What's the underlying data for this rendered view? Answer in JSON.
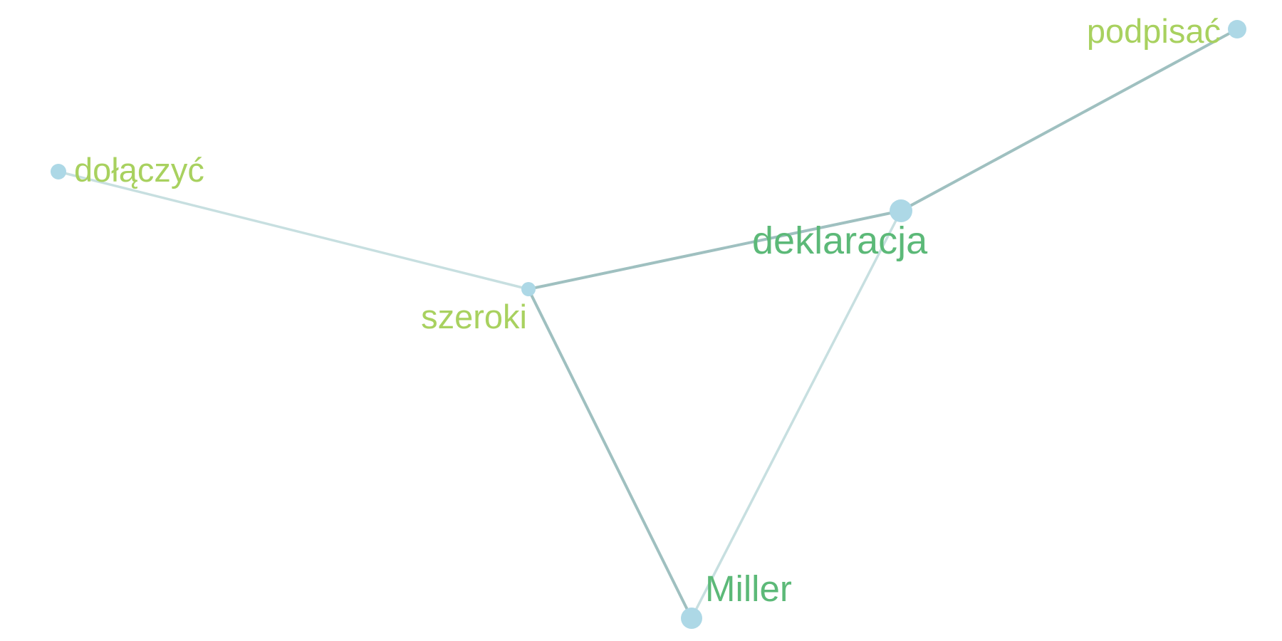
{
  "graph": {
    "nodes": [
      {
        "id": "dolaczyc",
        "label": "dołączyć",
        "size": "small",
        "label_color": "#a8d15f"
      },
      {
        "id": "szeroki",
        "label": "szeroki",
        "size": "small",
        "label_color": "#a8d15f"
      },
      {
        "id": "deklaracja",
        "label": "deklaracja",
        "size": "large",
        "label_color": "#5cb978"
      },
      {
        "id": "podpisac",
        "label": "podpisać",
        "size": "small",
        "label_color": "#a8d15f"
      },
      {
        "id": "miller",
        "label": "Miller",
        "size": "medium",
        "label_color": "#5cb978"
      }
    ],
    "edges": [
      {
        "source": "dolaczyc",
        "target": "szeroki",
        "strength": "weak"
      },
      {
        "source": "szeroki",
        "target": "deklaracja",
        "strength": "strong"
      },
      {
        "source": "deklaracja",
        "target": "podpisac",
        "strength": "strong"
      },
      {
        "source": "szeroki",
        "target": "miller",
        "strength": "strong"
      },
      {
        "source": "deklaracja",
        "target": "miller",
        "strength": "weak"
      }
    ],
    "colors": {
      "node_fill": "#add8e6",
      "edge_strong": "#9fc0c0",
      "edge_weak": "#c7dfe0"
    }
  }
}
